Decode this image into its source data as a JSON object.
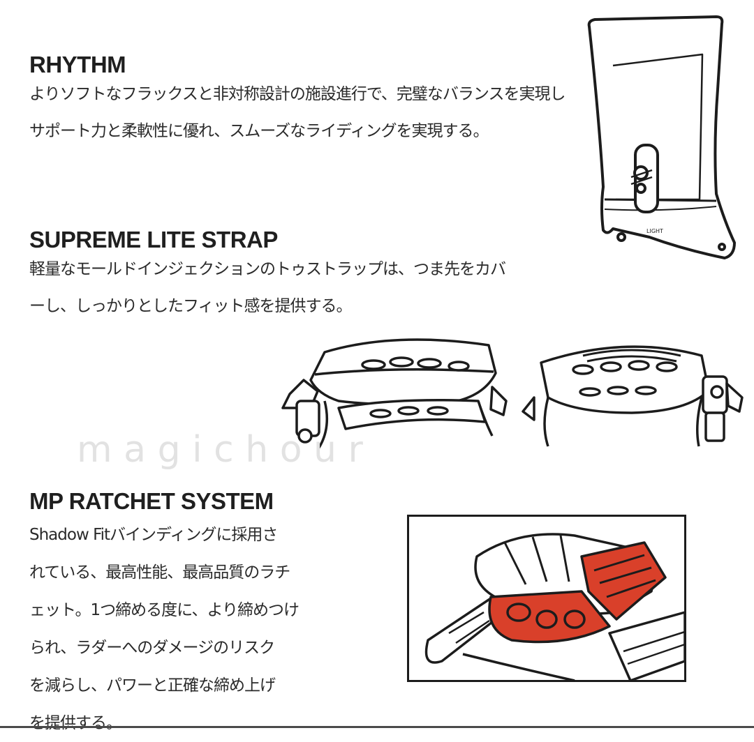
{
  "sections": {
    "rhythm": {
      "heading": "RHYTHM",
      "lines": [
        "よりソフトなフラックスと非対称設計の施設進行で、完璧なバランスを実現し",
        "サポート力と柔軟性に優れ、スムーズなライディングを実現する。"
      ]
    },
    "strap": {
      "heading": "SUPREME LITE STRAP",
      "lines": [
        "軽量なモールドインジェクションのトゥストラップは、つま先をカバ",
        "ーし、しっかりとしたフィット感を提供する。"
      ]
    },
    "ratchet": {
      "heading": "MP RATCHET SYSTEM",
      "lines": [
        "Shadow Fitバインディングに採用さ",
        "れている、最高性能、最高品質のラチ",
        "ェット。1つ締める度に、より締めつけ",
        "られ、ラダーへのダメージのリスク",
        "を減らし、パワーと正確な締め上げ",
        "を提供する。"
      ]
    }
  },
  "watermark": "m a g i c   h o u r",
  "colors": {
    "ratchet_accent": "#d9402a",
    "line_art": "#1c1c1c"
  }
}
